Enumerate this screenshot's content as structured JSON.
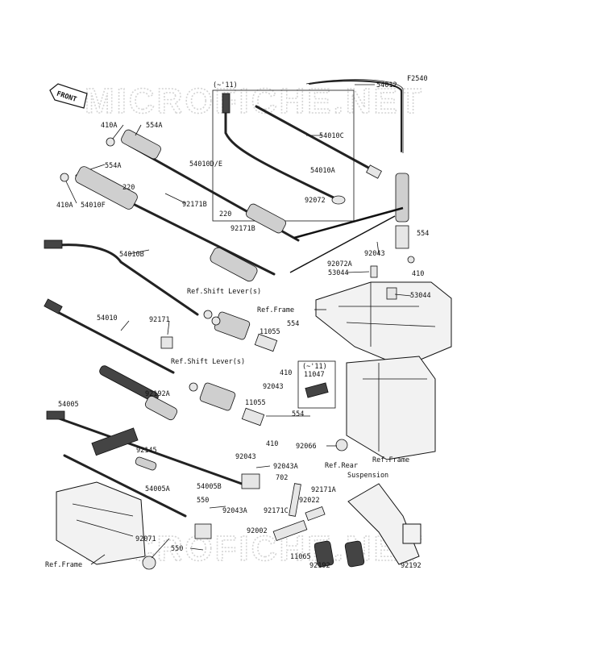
{
  "diagram_code": "F2540",
  "watermark": "MICROFICHE.NET",
  "direction_badge": "FRONT",
  "callouts": {
    "p410A_1": "410A",
    "p554A_1": "554A",
    "p554A_2": "554A",
    "p410A_2": "410A",
    "p54010F": "54010F",
    "p220_1": "220",
    "p92171B_1": "92171B",
    "p220_2": "220",
    "p92171B_2": "92171B",
    "p54010DE": "54010D/E",
    "p54010A": "54010A",
    "p54010C": "54010C",
    "p54012": "54012",
    "p11_1": "(~'11)",
    "p92072": "92072",
    "p92072A": "92072A",
    "p92043_1": "92043",
    "p554": "554",
    "p410_1": "410",
    "p53044_1": "53044",
    "p53044_2": "53044",
    "p54010B": "54010B",
    "p54010": "54010",
    "p92171": "92171",
    "ref_shift_1": "Ref.Shift Lever(s)",
    "ref_frame_1": "Ref.Frame",
    "p11055_1": "11055",
    "p554_2": "554",
    "p92043_2": "92043",
    "p410_2": "410",
    "p11_2": "(~'11)",
    "p11047": "11047",
    "ref_shift_2": "Ref.Shift Lever(s)",
    "p92192A": "92192A",
    "p11055_2": "11055",
    "p554_3": "554",
    "p410_3": "410",
    "p54005": "54005",
    "p92145": "92145",
    "p92043_3": "92043",
    "p54005B": "54005B",
    "p92043A_1": "92043A",
    "p54005A": "54005A",
    "p702": "702",
    "p550_1": "550",
    "p92043A_2": "92043A",
    "p92066": "92066",
    "ref_frame_2": "Ref.Frame",
    "ref_rear_1": "Ref.Rear",
    "ref_rear_2": "Suspension",
    "p92171A": "92171A",
    "p92022": "92022",
    "p92171C": "92171C",
    "p92002": "92002",
    "p92071": "92071",
    "p550_2": "550",
    "p11065": "11065",
    "p92192_1": "92192",
    "p92192_2": "92192",
    "ref_frame_3": "Ref.Frame"
  }
}
